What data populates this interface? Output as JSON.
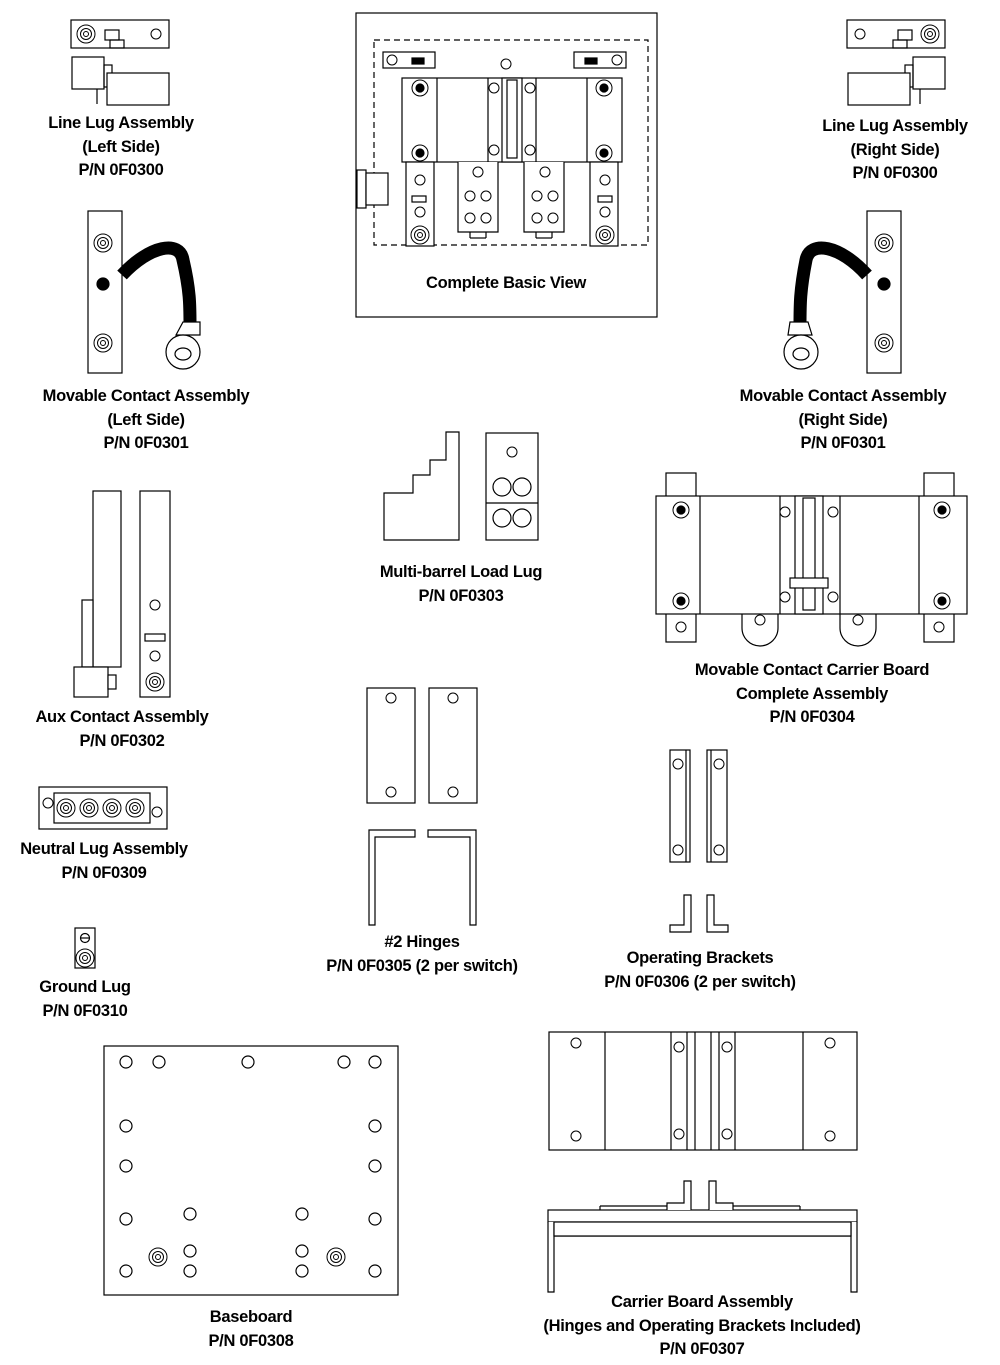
{
  "parts": {
    "line_lug_left": {
      "lines": [
        "Line Lug Assembly",
        "(Left Side)",
        "P/N 0F0300"
      ]
    },
    "line_lug_right": {
      "lines": [
        "Line Lug Assembly",
        "(Right Side)",
        "P/N 0F0300"
      ]
    },
    "complete_basic_view": {
      "lines": [
        "Complete Basic View"
      ]
    },
    "movable_contact_left": {
      "lines": [
        "Movable Contact Assembly",
        "(Left Side)",
        "P/N 0F0301"
      ]
    },
    "movable_contact_right": {
      "lines": [
        "Movable Contact Assembly",
        "(Right Side)",
        "P/N 0F0301"
      ]
    },
    "multi_barrel_load_lug": {
      "lines": [
        "Multi-barrel Load Lug",
        "P/N 0F0303"
      ]
    },
    "carrier_board_complete": {
      "lines": [
        "Movable Contact Carrier Board",
        "Complete Assembly",
        "P/N 0F0304"
      ]
    },
    "aux_contact": {
      "lines": [
        "Aux Contact Assembly",
        "P/N 0F0302"
      ]
    },
    "neutral_lug": {
      "lines": [
        "Neutral Lug Assembly",
        "P/N 0F0309"
      ]
    },
    "hinges": {
      "lines": [
        "#2 Hinges",
        "P/N 0F0305 (2 per switch)"
      ]
    },
    "operating_brackets": {
      "lines": [
        "Operating Brackets",
        "P/N 0F0306 (2 per switch)"
      ]
    },
    "ground_lug": {
      "lines": [
        "Ground Lug",
        "P/N 0F0310"
      ]
    },
    "baseboard": {
      "lines": [
        "Baseboard",
        "P/N 0F0308"
      ]
    },
    "carrier_board_assembly": {
      "lines": [
        "Carrier Board Assembly",
        "(Hinges and Operating Brackets Included)",
        "P/N 0F0307"
      ]
    }
  }
}
